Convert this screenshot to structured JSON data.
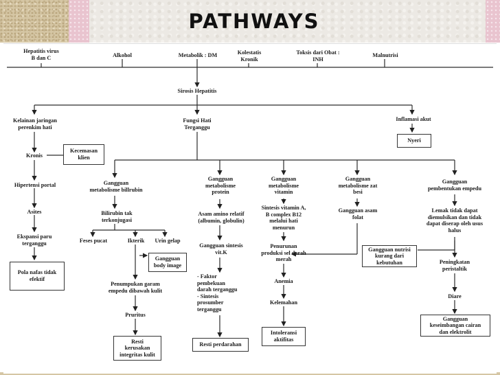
{
  "title": "PATHWAYS",
  "colors": {
    "ink": "#2a2a2a",
    "texture_base": "#d8c9a8",
    "pink": "#e7bdc9"
  },
  "nodes": {
    "hepatitis": "Hepatitis virus\nB dan C",
    "alkohol": "Alkohol",
    "metabolik": "Metabolik : DM",
    "kolestatis": "Kolestatis\nKronik",
    "toksis": "Toksis dari Obat :\nINH",
    "malnutrisi": "Malnutrisi",
    "sirosis": "Sirosis Hepatitis",
    "kelainan": "Kelainan jaringan\nperenkim hati",
    "fungsi": "Fungsi Hati\nTerganggu",
    "inflamasi": "Inflamasi akut",
    "nyeri": "Nyeri",
    "kronis": "Kronis",
    "kecemasan": "Kecemasan\nklien",
    "hipertensi": "Hipertensi portal",
    "asites": "Asites",
    "ekspansi": "Ekspansi paru\nterganggu",
    "pola": "Pola nafas tidak\nefektif",
    "gg_bilirubin": "Gangguan\nmetabolisme billrubin",
    "bilirubin_tak": "Bilirubin tak\nterkonjugasi",
    "feses": "Feses pucat",
    "ikterik": "Ikterik",
    "urin": "Urin gelap",
    "body_image": "Gangguan\nbody image",
    "penumpukan": "Penumpukan garam\nempedu dibawah kulit",
    "pruritus": "Pruritus",
    "resti_kulit": "Resti\nkerusakan\nintegritas kulit",
    "gg_protein": "Gangguan\nmetabolisme\nprotein",
    "asam_amino": "Asam amino relatif\n(albumin, globulin)",
    "gg_sintesis_k": "Gangguan sintesis\nvit.K",
    "faktor": "-  Faktor\n   pembekuan\n   darah terganggu\n-  Sintesis\n   prosumber\n   terganggu",
    "resti_perdarahan": "Resti perdarahan",
    "gg_vitamin": "Gangguan\nmetabolisme\nvitamin",
    "sintesis_vit": "Sintesis vitamin A,\nB complex B12\nmelalui hati\nmenurun",
    "penurunan": "Penurunan\nproduksi sel darah\nmerah",
    "anemia": "Anemia",
    "kelemahan": "Kelemahan",
    "intoleransi": "Intoleransi\naktifitas",
    "gg_zat_besi": "Gangguan\nmetabolisme zat\nbesi",
    "gg_asam_folat": "Gangguan asam\nfolat",
    "gg_nutrisi": "Gangguan nutrisi\nkurang dari\nkebutuhan",
    "gg_empedu": "Gangguan\npembentukan empedu",
    "lemak": "Lemak tidak dapat\ndiemulsikan dan tidak\ndapat diserap oleh usus\nhalus",
    "peristaltik": "Peningkatan\nperistaltik",
    "diare": "Diare",
    "gg_cairan": "Gangguan\nkeseimbangan cairan\ndan elektrolit"
  }
}
